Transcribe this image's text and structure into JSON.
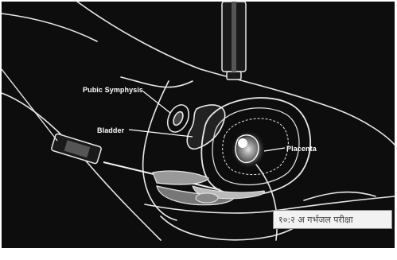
{
  "figure": {
    "labels": {
      "pubic_symphysis": "Pubic Symphysis",
      "bladder": "Bladder",
      "placenta": "Placenta"
    },
    "caption": "१०:२ अ गर्भजल परीक्षा"
  },
  "colors": {
    "background": "#0d0d0d",
    "line": "#e8e8e8",
    "caption_bg": "#f2f2f2"
  }
}
